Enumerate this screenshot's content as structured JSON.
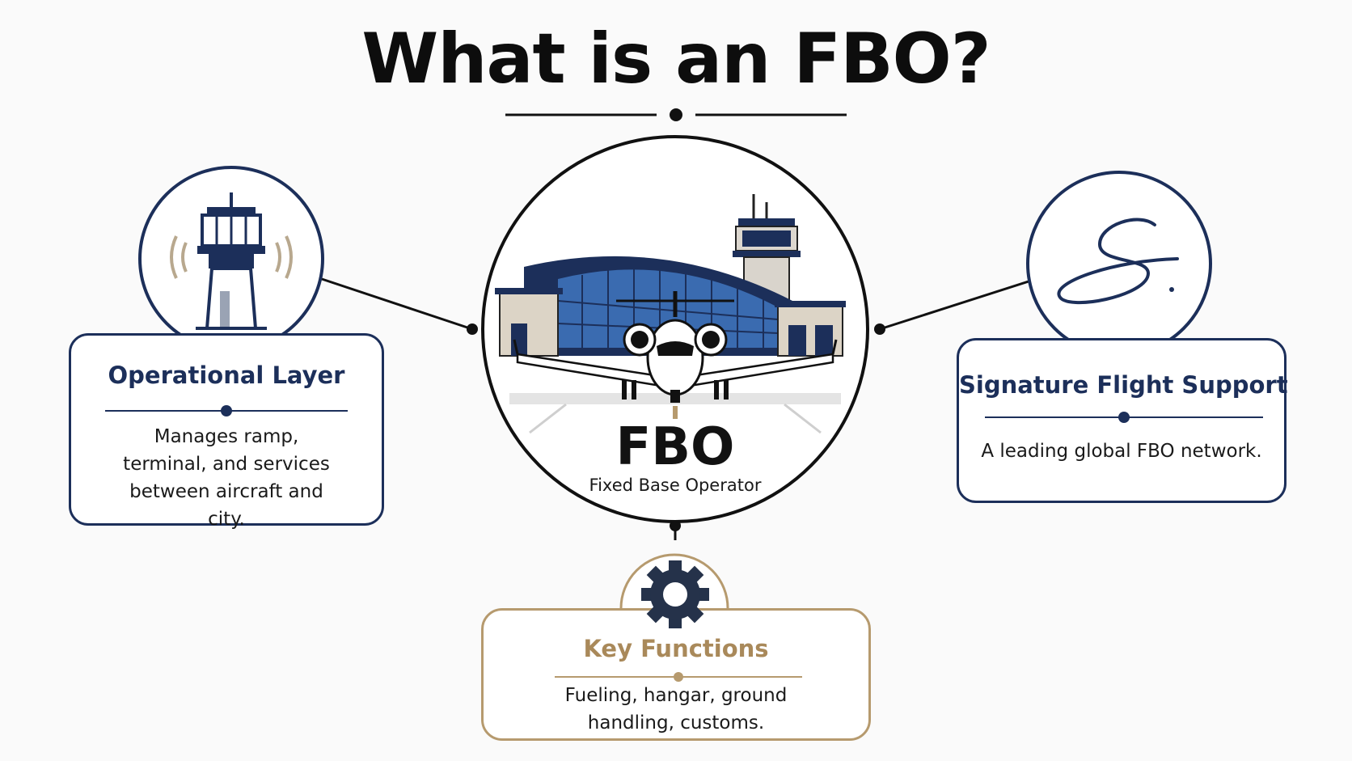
{
  "title": "What is an FBO?",
  "center": {
    "label": "FBO",
    "sublabel": "Fixed Base Operator"
  },
  "cards": {
    "operational": {
      "title": "Operational Layer",
      "body": "Manages ramp, terminal, and services between aircraft and city.",
      "icon": "control-tower-icon"
    },
    "signature": {
      "title": "Signature Flight Support",
      "body": "A leading global FBO network.",
      "icon": "signature-logo-icon"
    },
    "functions": {
      "title": "Key Functions",
      "body": "Fueling, hangar, ground handling, customs.",
      "icon": "gear-icon"
    }
  },
  "colors": {
    "navy": "#1c2f5a",
    "gold": "#b69a6e",
    "ink": "#111111"
  }
}
